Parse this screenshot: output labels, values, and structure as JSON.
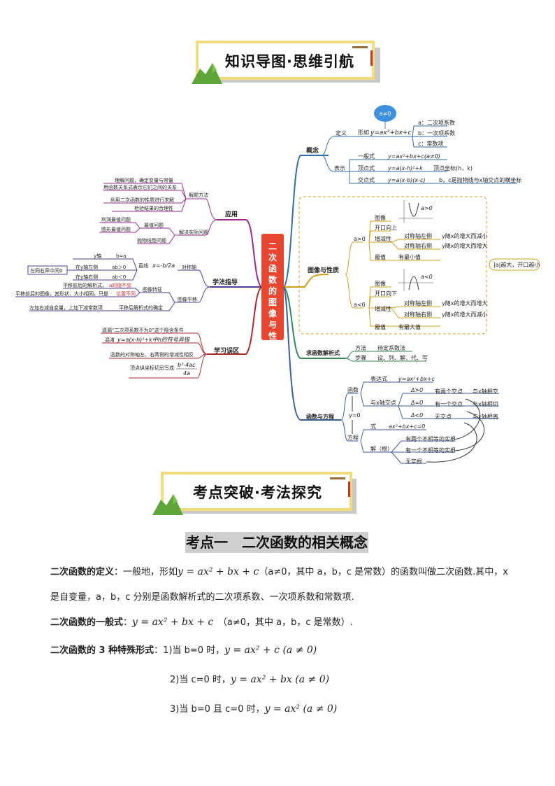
{
  "banner1": {
    "title": "知识导图·思维引航"
  },
  "banner2": {
    "title": "考点突破·考法探究"
  },
  "mindmap": {
    "center": "二次函数的图像与性质",
    "concept": {
      "label": "概念",
      "def": "定义",
      "shape": "形如",
      "formula": "y=ax²+bx+c",
      "bubble": "a≠0",
      "a_desc": "a：二次项系数",
      "b_desc": "b：一次项系数",
      "c_desc": "c：常数项",
      "rep": "表示",
      "general": "一般式",
      "general_f": "y=ax²+bx+c(a≠0)",
      "vertex": "顶点式",
      "vertex_f": "y=a(x-h)²+k",
      "vertex_note": "顶点坐标(h，k)",
      "intercept": "交点式",
      "intercept_f": "y=a(x-b)(x-c)",
      "intercept_note": "b，c是抛物线与x轴交点的横坐标"
    },
    "graph": {
      "label": "图像与性质",
      "apos": "a>0",
      "aneg": "a<0",
      "img": "图像",
      "open_up": "开口向上",
      "open_down": "开口向下",
      "mono": "增减性",
      "left": "对称轴左侧",
      "right": "对称轴右侧",
      "p_left": "y随x的增大而减小",
      "p_right": "y随x的增大而增大",
      "n_left": "y随x的增大而增大",
      "n_right": "y随x的增大而减小",
      "max": "最值",
      "min_val": "有最小值",
      "max_val": "有最大值",
      "side_note": "|a|越大，开口越小",
      "g_apos": "a>0",
      "g_aneg": "a<0"
    },
    "solve": {
      "label": "求函数解析式",
      "method": "方法",
      "method_v": "待定系数法",
      "steps": "步骤",
      "steps_v": "设、列、解、代、写"
    },
    "func_eq": {
      "label": "函数与方程",
      "func": "函数",
      "expr": "表达式",
      "expr_f": "y=ax²+bx+c",
      "xint": "与x轴交点",
      "d1": "Δ>0",
      "d2": "Δ=0",
      "d3": "Δ<0",
      "r1": "有两个交点",
      "r2": "有一个交点",
      "r3": "无交点",
      "x1": "与x轴相交",
      "x2": "与x轴相切",
      "x3": "与x轴相离",
      "y0": "y=0",
      "eq": "方程",
      "formula": "式",
      "eq_f": "ax²+bx+c=0",
      "sol": "解（根）",
      "s1": "有两个不相等的实根",
      "s2": "有一个不相等的实根",
      "s3": "无实根"
    },
    "apply": {
      "label": "应用",
      "method": "解题方法",
      "m1": "理解问题，确定变量与常量",
      "m2": "用函数关系式表示它们之间的关系",
      "m3": "利用二次函数的性质进行求解",
      "m4": "检验结果的合理性",
      "solve": "解决实际问题",
      "extreme": "最值问题",
      "e1": "利润最值问题",
      "e2": "图形最值问题",
      "e3": "抛物线型问题"
    },
    "study": {
      "label": "学法指导",
      "axis": "对称轴",
      "line": "直线",
      "axis_f": "x=-b/2a",
      "yaxis": "y轴",
      "b0": "b=a",
      "leftof": "在y轴左侧",
      "ab_pos": "ab＞0",
      "rightof": "在y轴右侧",
      "ab_neg": "ab＜0",
      "rule": "左同右异中间0",
      "shift": "图像平移",
      "feature": "图像特征",
      "f1": "平移前后的解析式，",
      "f1r": "a的值不变",
      "f2": "平移前后的图像，其形状、大小相同，只是",
      "f2r": "位置不同",
      "f3": "左加右减自变量，上加下减常数项",
      "f4": "平移后解析式的确定"
    },
    "mistake": {
      "label": "学习误区",
      "k1": "遗漏“二次项系数不为0”这个隐含条件",
      "k2": "混淆",
      "k2f": "y=a(x-h)²+k中h的符号弄错",
      "k3": "函数的对称轴左、右两侧的增减性相反",
      "k4": "顶点纵坐标切忌写成",
      "k4f": "b²-4ac / 4a"
    }
  },
  "section": {
    "title": "考点一　二次函数的相关概念"
  },
  "paragraphs": {
    "p1_label": "二次函数的定义",
    "p1_a": "：一般地，形如",
    "p1_f": "y = ax² + bx + c",
    "p1_b": "（a≠0，其中 a，b，c 是常数）的函数叫做二次函数.其中，x",
    "p2": "是自变量，a，b，c 分别是函数解析式的二次项系数、一次项系数和常数项.",
    "p3_label": "二次函数的一般式",
    "p3_a": "：",
    "p3_f": "y = ax² + bx + c",
    "p3_b": "（a≠0，其中 a，b，c 是常数）.",
    "p4_label": "二次函数的 3 种特殊形式",
    "p4_a": "：1)当 b=0 时，",
    "p4_f": "y = ax² + c (a ≠ 0)",
    "p5_a": "2)当 c=0 时，",
    "p5_f": "y = ax² + bx (a ≠ 0)",
    "p6_a": "3)当 b=0 且 c=0 时，",
    "p6_f": "y = ax² (a ≠ 0)"
  },
  "colors": {
    "concept": "#2f6fb0",
    "graph": "#d4a017",
    "solve": "#2e8b57",
    "funceq": "#3a5ea8",
    "apply": "#9b2a8f",
    "study": "#4b3f9a",
    "mistake": "#b22a2a",
    "center": "#e8462f"
  }
}
